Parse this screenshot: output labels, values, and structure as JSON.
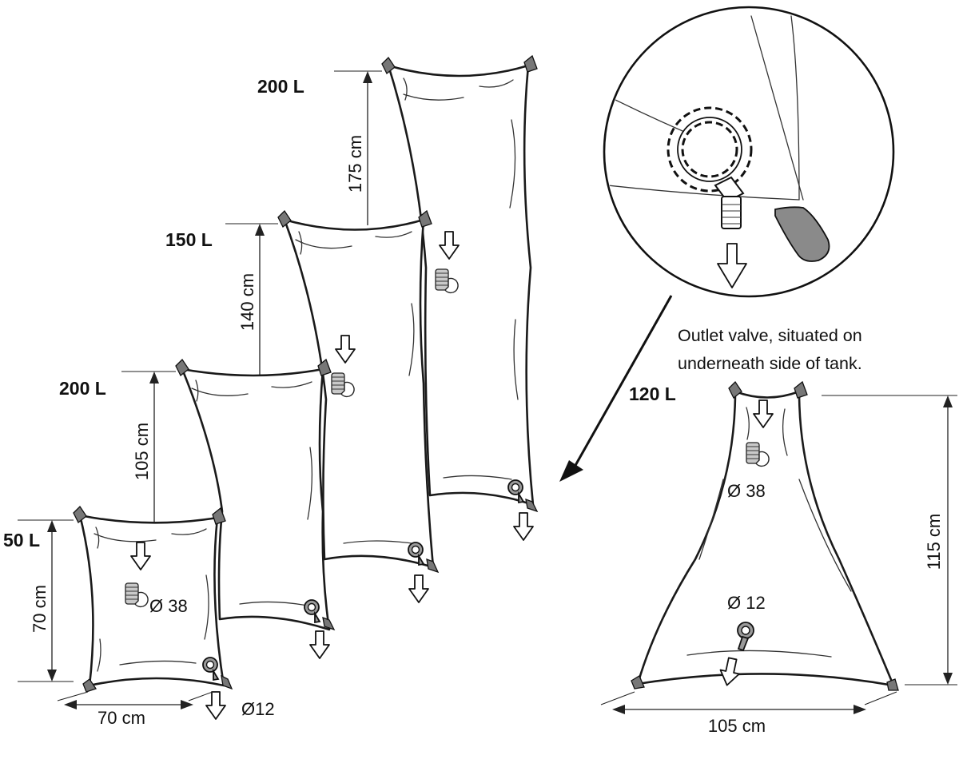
{
  "tanks": [
    {
      "volume": "200 L",
      "height": "175 cm"
    },
    {
      "volume": "150 L",
      "height": "140 cm"
    },
    {
      "volume": "200 L",
      "height": "105 cm"
    },
    {
      "volume": "50 L",
      "height": "70 cm",
      "width": "70 cm",
      "inlet": "Ø 38",
      "outlet": "Ø12"
    },
    {
      "volume": "120 L",
      "height": "115 cm",
      "width": "105 cm",
      "inlet": "Ø 38",
      "outlet": "Ø 12"
    }
  ],
  "callout": {
    "line1": "Outlet valve, situated on",
    "line2": "underneath side of tank."
  }
}
